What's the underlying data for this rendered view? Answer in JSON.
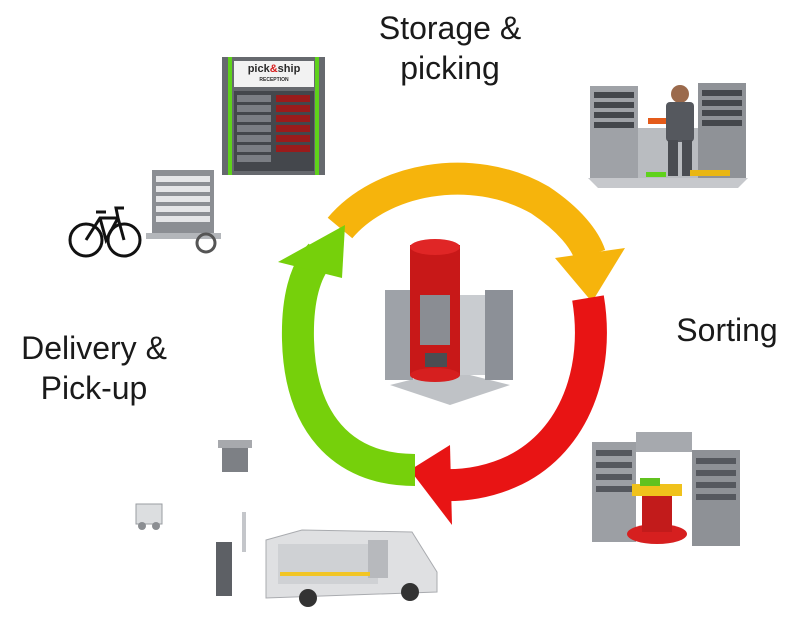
{
  "labels": {
    "storage": [
      "Storage &",
      "picking"
    ],
    "sorting": "Sorting",
    "delivery": [
      "Delivery &",
      "Pick-up"
    ]
  },
  "reception_sign": {
    "brand_left": "pick",
    "brand_right": "ship",
    "subtitle": "RECEPTION"
  },
  "colors": {
    "yellow": "#f6b40c",
    "red": "#e81414",
    "green": "#76d00b",
    "grey_dark": "#5a5d63",
    "grey_light": "#c7c9cc",
    "robot_red": "#d61f1f"
  },
  "cycle": [
    {
      "from": "storage",
      "to": "sorting",
      "color": "yellow"
    },
    {
      "from": "sorting",
      "to": "delivery",
      "color": "red"
    },
    {
      "from": "delivery",
      "to": "storage",
      "color": "green"
    }
  ]
}
